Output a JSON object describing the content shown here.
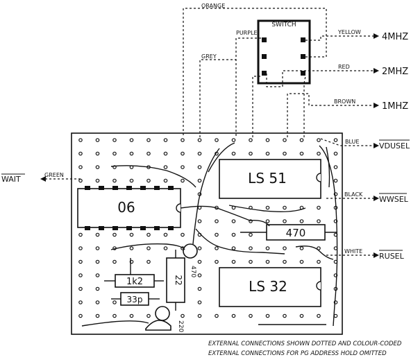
{
  "switch": {
    "label": "SWITCH"
  },
  "wire_colors": {
    "orange": "ORANGE",
    "purple": "PURPLE",
    "grey": "GREY",
    "yellow": "YELLOW",
    "red": "RED",
    "brown": "BROWN",
    "blue": "BLUE",
    "green": "GREEN",
    "black": "BLACK",
    "white": "WHITE"
  },
  "outputs": {
    "mhz4": "4MHZ",
    "mhz2": "2MHZ",
    "mhz1": "1MHZ",
    "vdusel": "VDUSEL",
    "wwsel": "WWSEL",
    "rusel": "RUSEL",
    "wait": "WAIT"
  },
  "chips": {
    "ls51": "LS 51",
    "ic06": "06",
    "ls32": "LS 32"
  },
  "components": {
    "r470": "470",
    "r1k2": "1k2",
    "r22": "22",
    "c33p": "33p",
    "pot470": "470",
    "pot220": "220"
  },
  "notes": {
    "line1": "EXTERNAL CONNECTIONS SHOWN DOTTED AND COLOUR-CODED",
    "line2": "EXTERNAL CONNECTIONS FOR PG ADDRESS HOLD OMITTED"
  }
}
